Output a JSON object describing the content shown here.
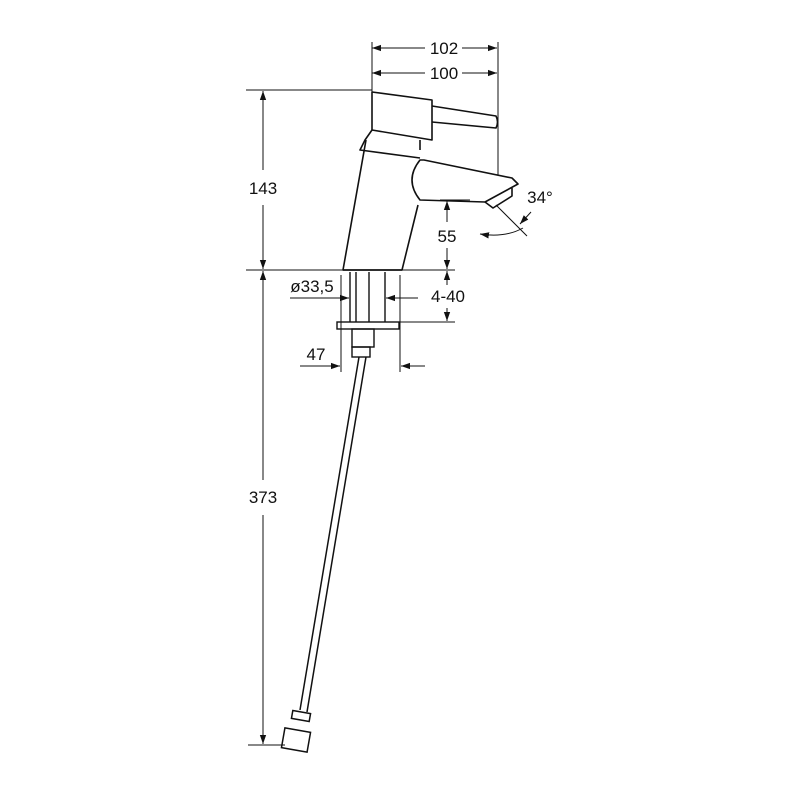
{
  "drawing": {
    "subject": "Single-lever basin faucet with flexible connection hose",
    "stroke_color": "#111111",
    "background": "#ffffff"
  },
  "dimensions": {
    "overall_depth": "102",
    "body_depth": "100",
    "height": "143",
    "spout_height": "55",
    "spout_angle": "34°",
    "base_diameter": "ø33,5",
    "clamp_range": "4-40",
    "hole_span": "47",
    "hose_length": "373"
  }
}
